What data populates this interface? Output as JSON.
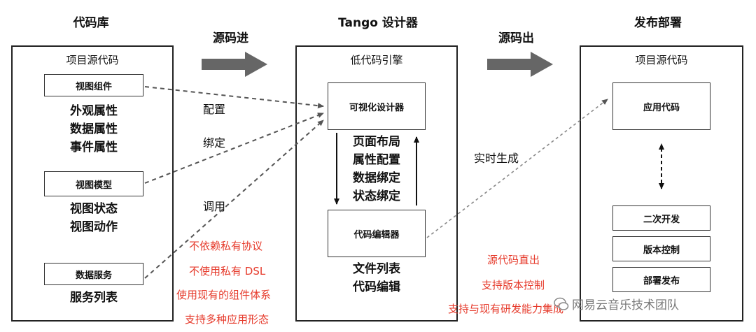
{
  "columns": {
    "repo_title": "代码库",
    "designer_title": "Tango 设计器",
    "deploy_title": "发布部署"
  },
  "flow_labels": {
    "source_in": "源码进",
    "source_out": "源码出"
  },
  "repo_panel": {
    "title": "项目源代码",
    "view_component": "视图组件",
    "view_component_props": [
      "外观属性",
      "数据属性",
      "事件属性"
    ],
    "view_model": "视图模型",
    "view_model_props": [
      "视图状态",
      "视图动作"
    ],
    "data_service": "数据服务",
    "data_service_props": [
      "服务列表"
    ]
  },
  "connector_labels": {
    "configure": "配置",
    "bind": "绑定",
    "invoke": "调用",
    "realtime": "实时生成"
  },
  "engine_panel": {
    "title": "低代码引擎",
    "visual_designer": "可视化设计器",
    "designer_features": [
      "页面布局",
      "属性配置",
      "数据绑定",
      "状态绑定"
    ],
    "code_editor": "代码编辑器",
    "editor_features": [
      "文件列表",
      "代码编辑"
    ]
  },
  "deploy_panel": {
    "title": "项目源代码",
    "app_code": "应用代码",
    "items": [
      "二次开发",
      "版本控制",
      "部署发布"
    ]
  },
  "left_notes": [
    "不依赖私有协议",
    "不使用私有 DSL",
    "使用现有的组件体系",
    "支持多种应用形态"
  ],
  "right_notes": [
    "源代码直出",
    "支持版本控制",
    "支持与现有研发能力集成"
  ],
  "watermark": "网易云音乐技术团队",
  "colors": {
    "note_red": "#e63a2b",
    "arrow_gray": "#666666"
  }
}
